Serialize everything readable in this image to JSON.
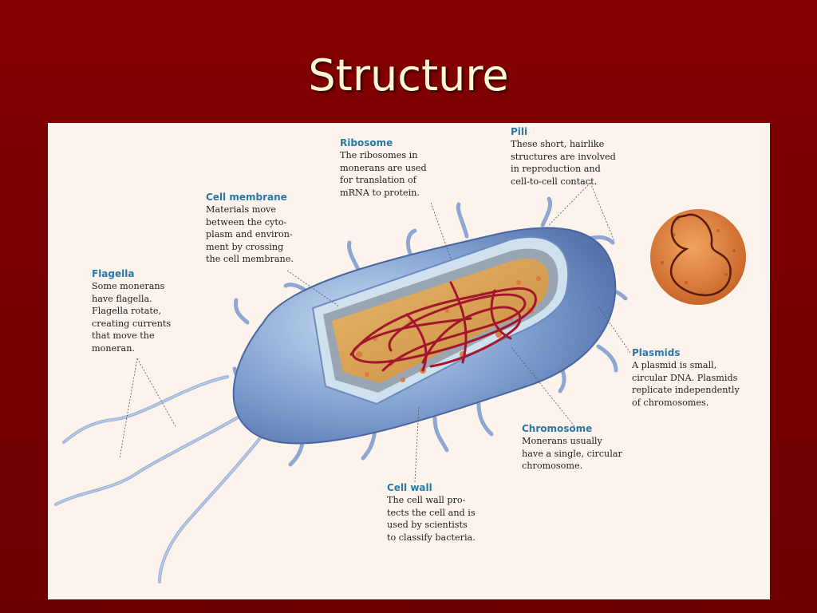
{
  "slide": {
    "title": "Structure",
    "background_color": "#7c0000",
    "title_color": "#fff8d6"
  },
  "diagram": {
    "label_title_color": "#2a78a6",
    "labels": {
      "ribosome": {
        "title": "Ribosome",
        "body": "The ribosomes in\nmonerans are used\nfor translation of\nmRNA to protein."
      },
      "pili": {
        "title": "Pili",
        "body": "These short, hairlike\nstructures are involved\nin reproduction and\ncell-to-cell contact."
      },
      "cell_membrane": {
        "title": "Cell membrane",
        "body": "Materials move\nbetween the cyto-\nplasm and environ-\nment by crossing\nthe cell membrane."
      },
      "flagella": {
        "title": "Flagella",
        "body": "Some monerans\nhave flagella.\nFlagella rotate,\ncreating currents\nthat move the\nmoneran."
      },
      "plasmids": {
        "title": "Plasmids",
        "body": "A plasmid is small,\ncircular DNA. Plasmids\nreplicate independently\nof chromosomes."
      },
      "chromosome": {
        "title": "Chromosome",
        "body": "Monerans usually\nhave a single, circular\nchromosome."
      },
      "cell_wall": {
        "title": "Cell wall",
        "body": "The cell wall pro-\ntects the cell and is\nused by scientists\nto classify bacteria."
      }
    }
  }
}
